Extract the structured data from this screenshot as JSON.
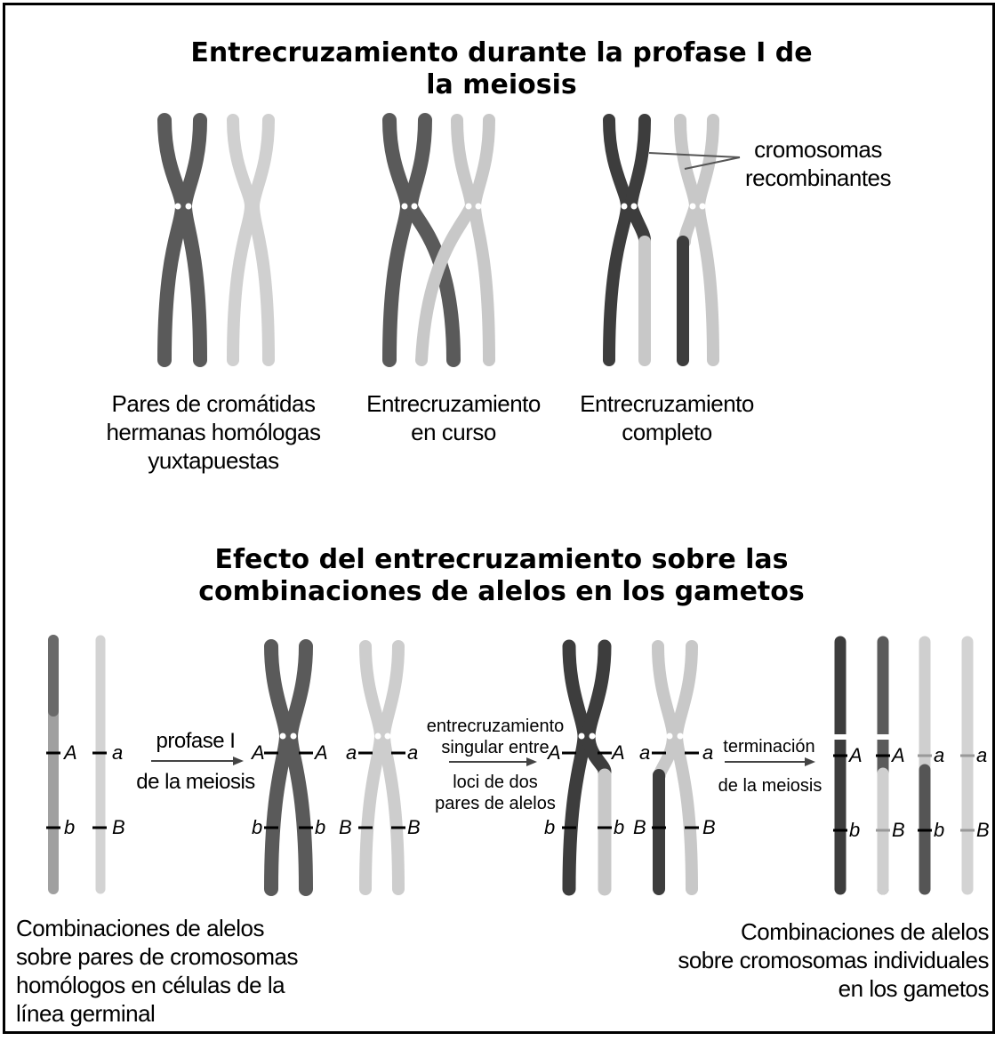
{
  "colors": {
    "dark": "#5a5a5a",
    "darker": "#3d3d3d",
    "light": "#c8c8c8",
    "frame": "#000000"
  },
  "top": {
    "title": [
      "Entrecruzamiento durante la profase I de",
      "la meiosis"
    ],
    "labels": {
      "pairs": [
        "Pares de cromátidas",
        "hermanas homólogas",
        "yuxtapuestas"
      ],
      "in_progress": [
        "Entrecruzamiento",
        "en curso"
      ],
      "complete": [
        "Entrecruzamiento",
        "completo"
      ],
      "recombinant": [
        "cromosomas",
        "recombinantes"
      ]
    }
  },
  "bottom": {
    "title": [
      "Efecto del entrecruzamiento sobre las",
      "combinaciones de alelos en los gametos"
    ],
    "arrow1": [
      "profase I",
      "de la meiosis"
    ],
    "arrow2": [
      "entrecruzamiento",
      "singular entre",
      "loci de dos",
      "pares de alelos"
    ],
    "arrow3": [
      "terminación",
      "de la meiosis"
    ],
    "left_caption": [
      "Combinaciones de alelos",
      "sobre pares de cromosomas",
      "homólogos en células de la",
      "línea germinal"
    ],
    "right_caption": [
      "Combinaciones de alelos",
      "sobre cromosomas individuales",
      "en los gametos"
    ],
    "alleles": {
      "A": "A",
      "a": "a",
      "B": "B",
      "b": "b"
    }
  }
}
